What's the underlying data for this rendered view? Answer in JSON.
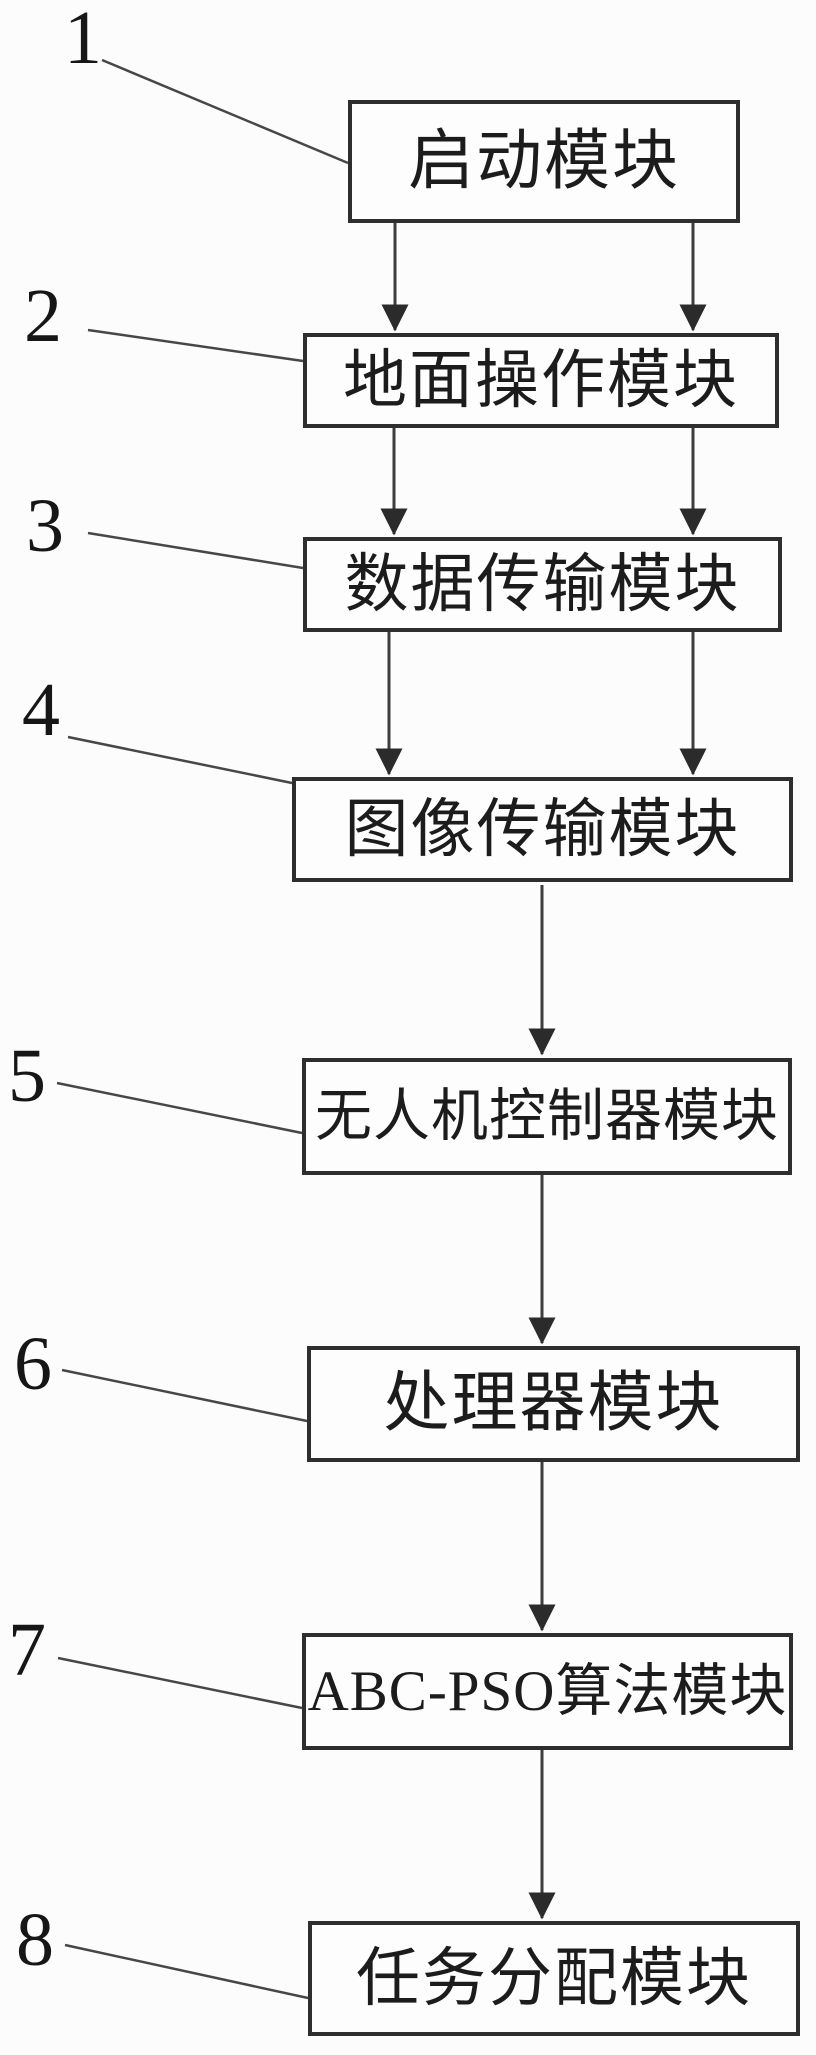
{
  "figure": {
    "type": "flowchart",
    "background_color": "#fcfcfc",
    "box_border_color": "#2e2e2e",
    "line_color": "#3d3d3d",
    "text_color": "#1c1c1c"
  },
  "ref_labels": [
    "1",
    "2",
    "3",
    "4",
    "5",
    "6",
    "7",
    "8"
  ],
  "boxes": [
    {
      "ref": "1",
      "label": "启动模块"
    },
    {
      "ref": "2",
      "label": "地面操作模块"
    },
    {
      "ref": "3",
      "label": "数据传输模块"
    },
    {
      "ref": "4",
      "label": "图像传输模块"
    },
    {
      "ref": "5",
      "label": "无人机控制器模块"
    },
    {
      "ref": "6",
      "label": "处理器模块"
    },
    {
      "ref": "7",
      "label": "ABC-PSO算法模块"
    },
    {
      "ref": "8",
      "label": "任务分配模块"
    }
  ],
  "connections": [
    {
      "from": "启动模块",
      "to": "地面操作模块",
      "arrows": "double-down"
    },
    {
      "from": "地面操作模块",
      "to": "数据传输模块",
      "arrows": "double-down"
    },
    {
      "from": "数据传输模块",
      "to": "图像传输模块",
      "arrows": "double-down"
    },
    {
      "from": "图像传输模块",
      "to": "无人机控制器模块",
      "arrows": "single-down"
    },
    {
      "from": "无人机控制器模块",
      "to": "处理器模块",
      "arrows": "single-down"
    },
    {
      "from": "处理器模块",
      "to": "ABC-PSO算法模块",
      "arrows": "single-down"
    },
    {
      "from": "ABC-PSO算法模块",
      "to": "任务分配模块",
      "arrows": "single-down"
    }
  ]
}
